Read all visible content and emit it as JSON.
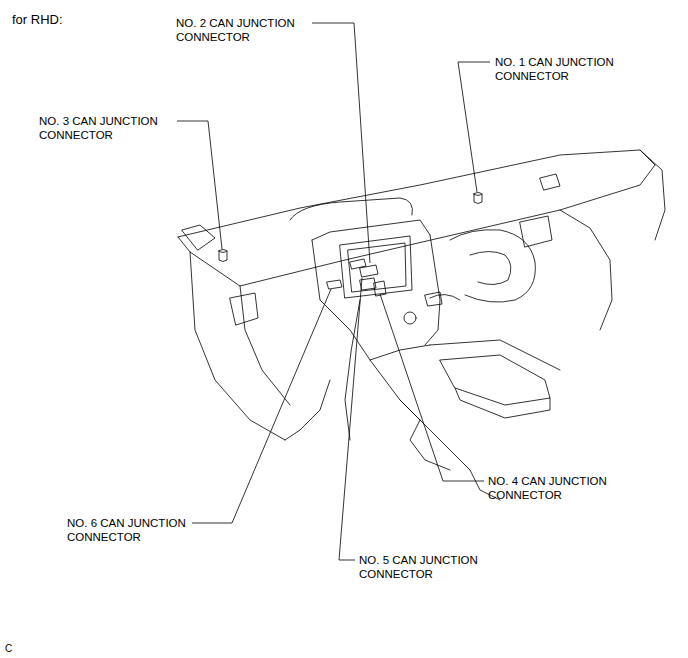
{
  "diagram": {
    "title": "for RHD:",
    "labels": [
      "NO. 2 CAN JUNCTION CONNECTOR",
      "NO. 1 CAN JUNCTION CONNECTOR",
      "NO. 3 CAN JUNCTION CONNECTOR",
      "NO. 4 CAN JUNCTION CONNECTOR",
      "NO. 6 CAN JUNCTION CONNECTOR",
      "NO. 5 CAN JUNCTION CONNECTOR",
      "C"
    ]
  }
}
